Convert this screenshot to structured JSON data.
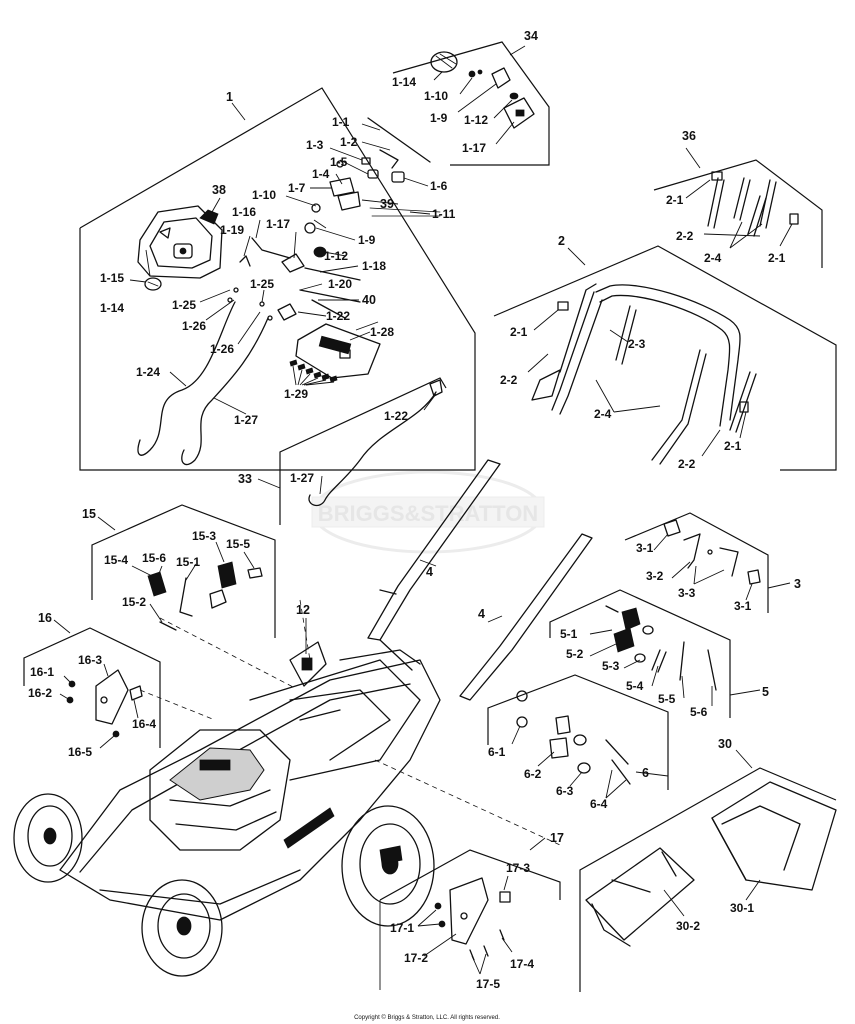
{
  "watermark": "BRIGGS&STRATTON",
  "copyright": "Copyright © Briggs & Stratton, LLC. All rights reserved.",
  "groups": {
    "g1": "1",
    "g2": "2",
    "g3": "3",
    "g4": "4",
    "g5": "5",
    "g6": "6",
    "g12": "12",
    "g15": "15",
    "g16": "16",
    "g17": "17",
    "g30": "30",
    "g33": "33",
    "g34": "34",
    "g36": "36",
    "g38": "38",
    "g39": "39",
    "g40": "40"
  },
  "labels": {
    "p1_1": "1-1",
    "p1_2": "1-2",
    "p1_3": "1-3",
    "p1_4": "1-4",
    "p1_5": "1-5",
    "p1_6": "1-6",
    "p1_7": "1-7",
    "p1_9": "1-9",
    "p1_10": "1-10",
    "p1_11": "1-11",
    "p1_12": "1-12",
    "p1_14": "1-14",
    "p1_15": "1-15",
    "p1_16": "1-16",
    "p1_17": "1-17",
    "p1_18": "1-18",
    "p1_19": "1-19",
    "p1_20": "1-20",
    "p1_22": "1-22",
    "p1_24": "1-24",
    "p1_25": "1-25",
    "p1_26": "1-26",
    "p1_27": "1-27",
    "p1_28": "1-28",
    "p1_29": "1-29",
    "p2_1": "2-1",
    "p2_2": "2-2",
    "p2_3": "2-3",
    "p2_4": "2-4",
    "p3_1": "3-1",
    "p3_2": "3-2",
    "p3_3": "3-3",
    "p5_1": "5-1",
    "p5_2": "5-2",
    "p5_3": "5-3",
    "p5_4": "5-4",
    "p5_5": "5-5",
    "p5_6": "5-6",
    "p6_1": "6-1",
    "p6_2": "6-2",
    "p6_3": "6-3",
    "p6_4": "6-4",
    "p15_1": "15-1",
    "p15_2": "15-2",
    "p15_3": "15-3",
    "p15_4": "15-4",
    "p15_5": "15-5",
    "p15_6": "15-6",
    "p16_1": "16-1",
    "p16_2": "16-2",
    "p16_3": "16-3",
    "p16_4": "16-4",
    "p16_5": "16-5",
    "p17_1": "17-1",
    "p17_2": "17-2",
    "p17_3": "17-3",
    "p17_4": "17-4",
    "p17_5": "17-5",
    "p30_1": "30-1",
    "p30_2": "30-2"
  }
}
